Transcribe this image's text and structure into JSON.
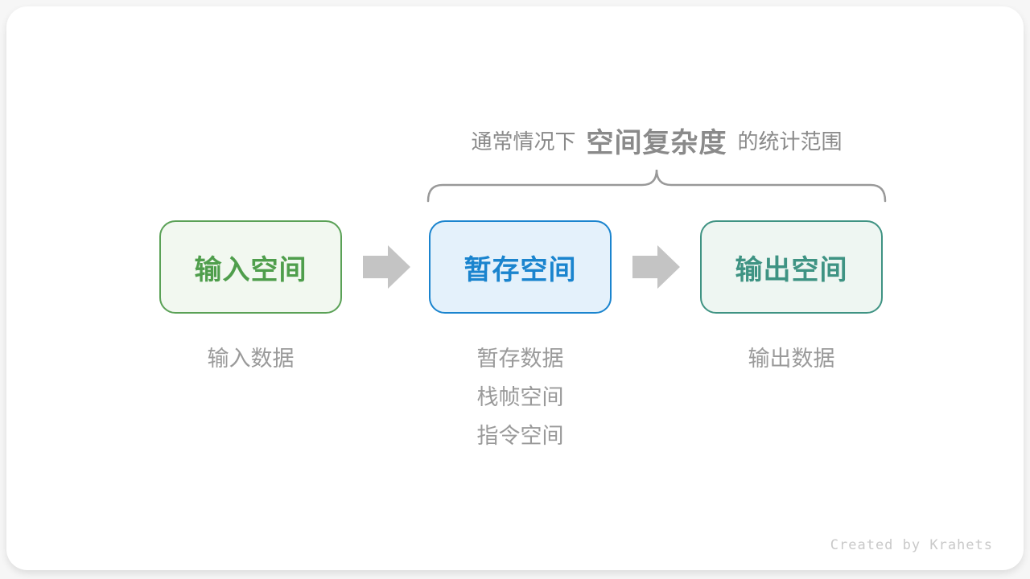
{
  "title": {
    "prefix": "通常情况下",
    "highlight": "空间复杂度",
    "suffix": "的统计范围"
  },
  "boxes": [
    {
      "label": "输入空间",
      "notes": [
        "输入数据"
      ],
      "theme": {
        "text": "#4f9e4c",
        "border": "#5aa156",
        "fill": "#f2f8f0"
      }
    },
    {
      "label": "暂存空间",
      "notes": [
        "暂存数据",
        "栈帧空间",
        "指令空间"
      ],
      "theme": {
        "text": "#1a84ce",
        "border": "#1a84ce",
        "fill": "#e4f1fb"
      }
    },
    {
      "label": "输出空间",
      "notes": [
        "输出数据"
      ],
      "theme": {
        "text": "#3e9383",
        "border": "#3f9383",
        "fill": "#eef6f2"
      }
    }
  ],
  "colors": {
    "title_text": "#8a8a8a",
    "brace_stroke": "#999999",
    "arrow_fill": "#c4c4c4",
    "note_text": "#9a9a9a",
    "credit_text": "#c9c9c9",
    "card_background": "#ffffff",
    "page_background": "#f6f6f6"
  },
  "credit": "Created by Krahets"
}
